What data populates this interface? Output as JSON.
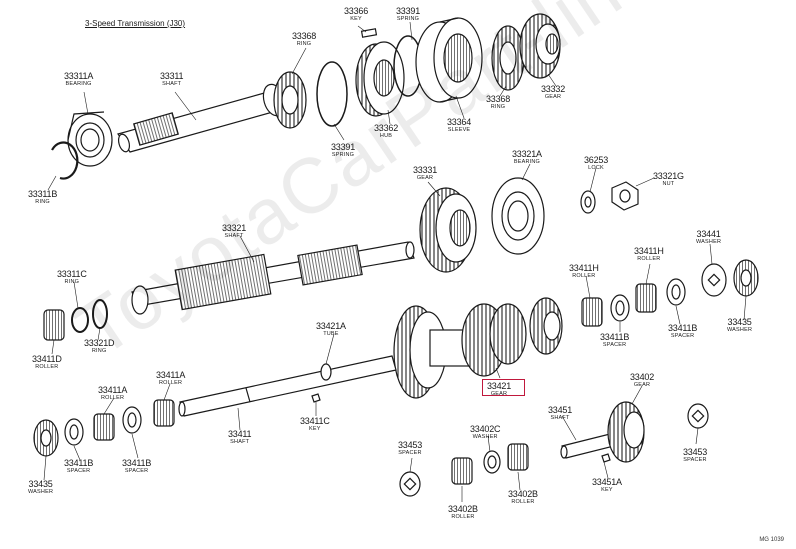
{
  "title": "3-Speed Transmission (J30)",
  "watermark": "ToyotaCarPart-line.ru",
  "diagram_code": "MG 1039",
  "highlight_color": "#c0183c",
  "labels": [
    {
      "id": "33311A",
      "num": "33311A",
      "name": "BEARING"
    },
    {
      "id": "33311",
      "num": "33311",
      "name": "SHAFT"
    },
    {
      "id": "33368a",
      "num": "33368",
      "name": "RING"
    },
    {
      "id": "33366",
      "num": "33366",
      "name": "KEY"
    },
    {
      "id": "33391a",
      "num": "33391",
      "name": "SPRING"
    },
    {
      "id": "33332",
      "num": "33332",
      "name": "GEAR"
    },
    {
      "id": "33368b",
      "num": "33368",
      "name": "RING"
    },
    {
      "id": "33362",
      "num": "33362",
      "name": "HUB"
    },
    {
      "id": "33364",
      "num": "33364",
      "name": "SLEEVE"
    },
    {
      "id": "33391b",
      "num": "33391",
      "name": "SPRING"
    },
    {
      "id": "33311B",
      "num": "33311B",
      "name": "RING"
    },
    {
      "id": "33331",
      "num": "33331",
      "name": "GEAR"
    },
    {
      "id": "33321A",
      "num": "33321A",
      "name": "BEARING"
    },
    {
      "id": "36253",
      "num": "36253",
      "name": "LOCK"
    },
    {
      "id": "33321G",
      "num": "33321G",
      "name": "NUT"
    },
    {
      "id": "33321",
      "num": "33321",
      "name": "SHAFT"
    },
    {
      "id": "33311C",
      "num": "33311C",
      "name": "RING"
    },
    {
      "id": "33441",
      "num": "33441",
      "name": "WASHER"
    },
    {
      "id": "33411H",
      "num": "33411H",
      "name": "ROLLER"
    },
    {
      "id": "33411H2",
      "num": "33411H",
      "name": "ROLLER"
    },
    {
      "id": "33435a",
      "num": "33435",
      "name": "WASHER"
    },
    {
      "id": "33411D",
      "num": "33411D",
      "name": "ROLLER"
    },
    {
      "id": "33321D",
      "num": "33321D",
      "name": "RING"
    },
    {
      "id": "33421A",
      "num": "33421A",
      "name": "TUBE"
    },
    {
      "id": "33411B_r",
      "num": "33411B",
      "name": "SPACER"
    },
    {
      "id": "33411B_r2",
      "num": "33411B",
      "name": "SPACER"
    },
    {
      "id": "33421",
      "num": "33421",
      "name": "GEAR"
    },
    {
      "id": "33411A_1",
      "num": "33411A",
      "name": "ROLLER"
    },
    {
      "id": "33411A_2",
      "num": "33411A",
      "name": "ROLLER"
    },
    {
      "id": "33402",
      "num": "33402",
      "name": "GEAR"
    },
    {
      "id": "33411C",
      "num": "33411C",
      "name": "KEY"
    },
    {
      "id": "33411",
      "num": "33411",
      "name": "SHAFT"
    },
    {
      "id": "33451",
      "num": "33451",
      "name": "SHAFT"
    },
    {
      "id": "33402C",
      "num": "33402C",
      "name": "WASHER"
    },
    {
      "id": "33453a",
      "num": "33453",
      "name": "SPACER"
    },
    {
      "id": "33453b",
      "num": "33453",
      "name": "SPACER"
    },
    {
      "id": "33411B_l",
      "num": "33411B",
      "name": "SPACER"
    },
    {
      "id": "33411B_l2",
      "num": "33411B",
      "name": "SPACER"
    },
    {
      "id": "33435b",
      "num": "33435",
      "name": "WASHER"
    },
    {
      "id": "33402B_1",
      "num": "33402B",
      "name": "ROLLER"
    },
    {
      "id": "33402B_2",
      "num": "33402B",
      "name": "ROLLER"
    },
    {
      "id": "33451A",
      "num": "33451A",
      "name": "KEY"
    }
  ]
}
